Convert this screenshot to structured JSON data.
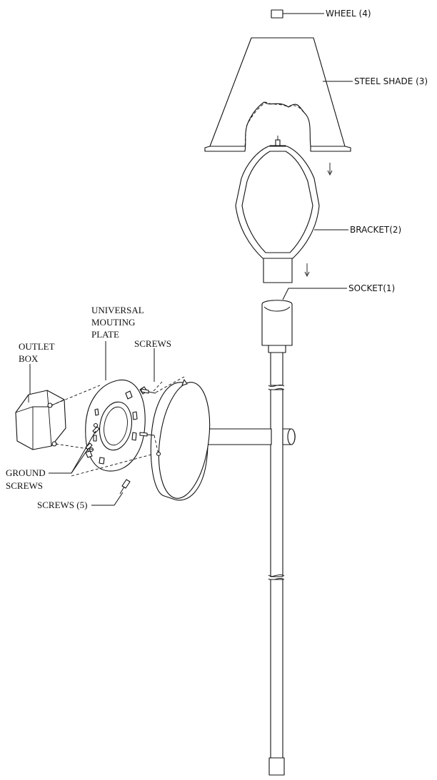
{
  "labels": {
    "wheel": "WHEEL (4)",
    "steel_shade": "STEEL SHADE (3)",
    "bracket": "BRACKET(2)",
    "socket": "SOCKET(1)",
    "universal_plate_line1": "UNIVERSAL",
    "universal_plate_line2": "MOUTING",
    "universal_plate_line3": "PLATE",
    "screws_top": "SCREWS",
    "outlet_box_line1": "OUTLET",
    "outlet_box_line2": "BOX",
    "ground_screws_line1": "GROUND",
    "ground_screws_line2": "SCREWS",
    "screws_5": "SCREWS (5)"
  },
  "colors": {
    "ink": "#111111",
    "background": "#ffffff"
  }
}
